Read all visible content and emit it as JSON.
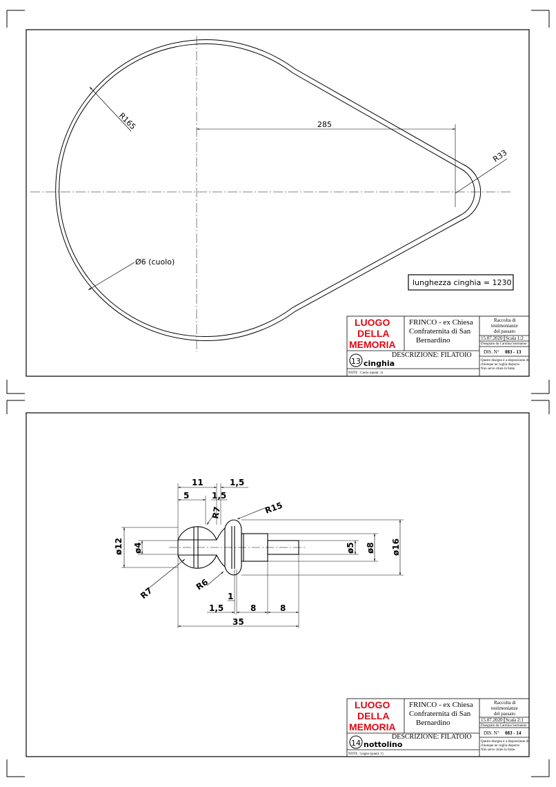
{
  "sheet1": {
    "dims": {
      "r165": "R165",
      "d285": "285",
      "r33": "R33",
      "cuolo": "Ø6 (cuolo)",
      "length_note": "lunghezza cinghia = 1230"
    },
    "title_block": {
      "logo_line1": "LUOGO",
      "logo_line2": "DELLA",
      "logo_line3": "MEMORIA",
      "place_line1": "FRINCO - ex Chiesa",
      "place_line2": "Confraternita di San",
      "place_line3": "Bernardino",
      "collection_line1": "Raccolta di",
      "collection_line2": "testimonianze",
      "collection_line3": "del passato",
      "date": "15.07.2020",
      "scale": "Scala 1:2",
      "drawn_by": "Disegnato da Carolina Sormanno",
      "dis_no_label": "DIS. N°",
      "dis_no": "083 - 13",
      "description": "DESCRIZIONE: FILATOIO",
      "part_number": "13",
      "part_name": "cinghia",
      "notes": "NOTE : Cuoio (quant. 1)",
      "disclaimer_line1": "Questo disegno è a disposizione di",
      "disclaimer_line2": "chiunque ne voglia disporre.",
      "disclaimer_line3": "Non serve citare la fonte."
    }
  },
  "sheet2": {
    "dims": {
      "d11": "11",
      "d1_5_top": "1,5",
      "d5": "5",
      "d1_5_mid": "1,5",
      "r7_top": "R7",
      "r15": "R15",
      "dia12": "ø12",
      "dia4": "ø4",
      "dia5": "ø5",
      "dia8": "ø8",
      "dia16": "ø16",
      "r7_bottom": "R7",
      "r6": "R6",
      "d1": "1",
      "d1_5_bottom": "1,5",
      "d8a": "8",
      "d8b": "8",
      "d35": "35"
    },
    "title_block": {
      "logo_line1": "LUOGO",
      "logo_line2": "DELLA",
      "logo_line3": "MEMORIA",
      "place_line1": "FRINCO - ex Chiesa",
      "place_line2": "Confraternita di San",
      "place_line3": "Bernardino",
      "collection_line1": "Raccolta di",
      "collection_line2": "testimonianze",
      "collection_line3": "del passato",
      "date": "15.07.2020",
      "scale": "Scala 2:1",
      "drawn_by": "Disegnato da Carolina Sormanno",
      "dis_no_label": "DIS. N°",
      "dis_no": "083 - 14",
      "description": "DESCRIZIONE: FILATOIO",
      "part_number": "14",
      "part_name": "nottolino",
      "notes": "NOTE : Legno (quant. 1)",
      "disclaimer_line1": "Questo disegno è a disposizione di",
      "disclaimer_line2": "chiunque ne voglia disporre.",
      "disclaimer_line3": "Non serve citare la fonte."
    }
  }
}
